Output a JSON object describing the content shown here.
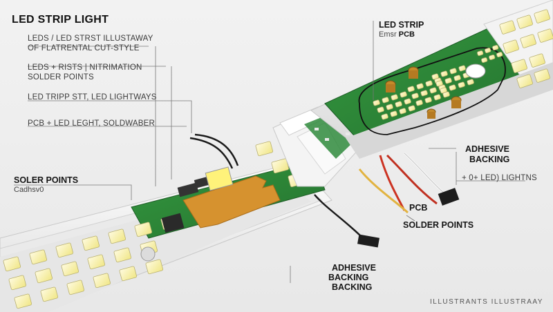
{
  "title": "LED STRIP LIGHT",
  "left_labels": [
    "LEDS / LED STRST ILLUSTAWAY",
    "OF FLATRENTAL CUT-STYLE",
    "LEDS + RISTS | NITRIMATION",
    "SOLDER POINTS",
    "LED TRIPP STT, LED LIGHTWAYS",
    "PCB + LED LEGHT, SOLDWABER"
  ],
  "solder_points_left": {
    "label": "SOLER POINTS",
    "sub": "Cadhsv0"
  },
  "top_right": {
    "label": "LED STRIP",
    "sub_prefix": "Emsr",
    "sub_bold": "PCB"
  },
  "right_labels": {
    "adhesive_line1": "ADHESIVE",
    "adhesive_line2": "BACKING",
    "leds_lights": "+ 0+ LED) LIGHTNS"
  },
  "center_labels": {
    "pcb": "PCB",
    "solder_points": "SOLDER POINTS"
  },
  "bottom_labels": {
    "line1": "ADHESIVE",
    "line2": "BACKING",
    "line3": "BACKING"
  },
  "credit": "ILLUSTRANTS ILLUSTRAAY",
  "colors": {
    "pcb_green": "#2f8a3c",
    "copper_pad": "#c98a2a",
    "led_yellow": "#f4ef9a",
    "wire_red": "#c43a2a",
    "wire_yellow": "#e0b13a",
    "housing_white": "#f7f7f7"
  }
}
